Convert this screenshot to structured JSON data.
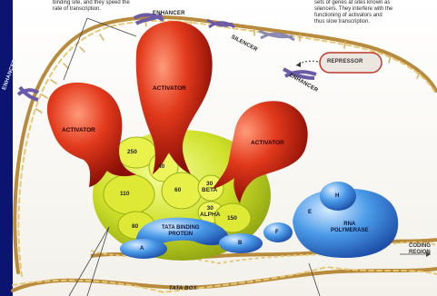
{
  "captions": {
    "top_left": [
      "binding site, and they speed the",
      "rate of transcription."
    ],
    "top_right": [
      "sets of genes at sites known as",
      "silencers. They interfere with the",
      "functioning of activators and",
      "thus slow transcription."
    ]
  },
  "labels": {
    "enhancer_top": "ENHANCER",
    "enhancer_left": "ENHANCER",
    "enhancer_right": "ENHANCER",
    "silencer": "SILENCER",
    "repressor": "REPRESSOR",
    "activator_left": "ACTIVATOR",
    "activator_middle": "ACTIVATOR",
    "activator_right": "ACTIVATOR",
    "tata_binding_protein": [
      "TATA BINDING",
      "PROTEIN"
    ],
    "rna_polymerase": [
      "RNA",
      "POLYMERASE"
    ],
    "coding_region": [
      "CODING",
      "REGION"
    ],
    "tata_box": "TATA BOX"
  },
  "factors": {
    "f250": "250",
    "f40": "40",
    "f110": "110",
    "f60": "60",
    "f30beta": [
      "30",
      "BETA"
    ],
    "f30alpha": [
      "30",
      "ALPHA"
    ],
    "f80": "80",
    "f150": "150",
    "fA": "A",
    "fB": "B",
    "fF": "F",
    "fE": "E",
    "fH": "H"
  },
  "colors": {
    "background": "#0b1470",
    "activator": "#d92b12",
    "tfiid": "#d6e62c",
    "polymerase": "#3d8fe0",
    "dna_strand": "#c8a35a",
    "enhancer_dna": "#6a5aa8",
    "caption_box": "#ffffff"
  }
}
